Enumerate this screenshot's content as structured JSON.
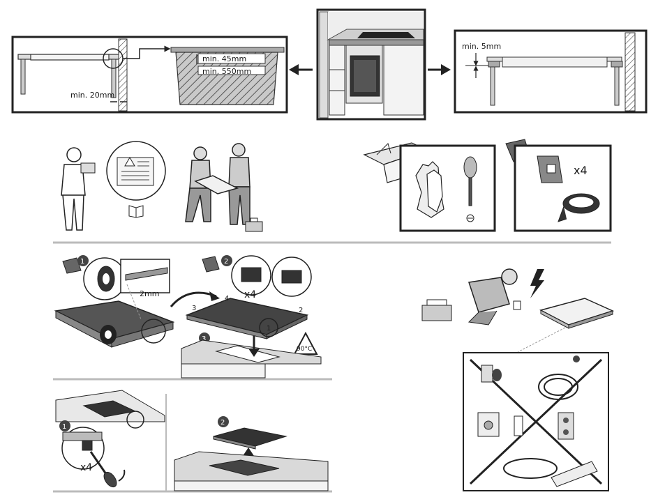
{
  "top_left_panel": {
    "gap_label": "min. 20mm"
  },
  "top_detail_panel": {
    "depth_label": "min. 45mm",
    "width_label": "min. 550mm"
  },
  "top_right_panel": {
    "clearance_label": "min. 5mm"
  },
  "tools_panel": {
    "quantity_label": "x4"
  },
  "step_seal": {
    "step_number": "1",
    "gap_label": "2mm"
  },
  "step_brackets": {
    "step_number": "2",
    "quantity_label": "x4",
    "corner_labels": [
      "1",
      "2",
      "3",
      "4"
    ],
    "insert_step_number": "3",
    "warning_label": "90°C"
  },
  "removal": {
    "step1_number": "1",
    "quantity_label": "x4",
    "step2_number": "2"
  }
}
